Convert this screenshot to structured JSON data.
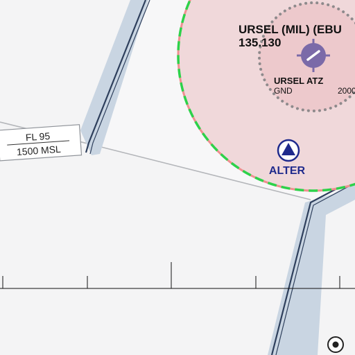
{
  "airfield": {
    "name": "URSEL (MIL) (EBU",
    "frequency": "135.130",
    "icon": "military-airfield-icon"
  },
  "atz": {
    "name": "URSEL ATZ",
    "lower_limit": "GND",
    "upper_limit": "2000"
  },
  "reporting_point": {
    "name": "ALTER",
    "icon": "vor-triangle-icon"
  },
  "airspace_limits": {
    "upper": "FL 95",
    "lower": "1500 MSL"
  },
  "navaid": {
    "icon": "ndb-icon"
  },
  "colors": {
    "background": "#f4f4f5",
    "airspace_band": "#c9d5e2",
    "airspace_border": "#2e3f5c",
    "ctr_fill": "#f0d8da",
    "ctr_border": "#ef8f90",
    "atz_dots": "#8e8a8c",
    "dashed_boundary": "#2dd24a",
    "airfield_symbol": "#7b6aa8",
    "reporting_point": "#1f2a8c"
  }
}
